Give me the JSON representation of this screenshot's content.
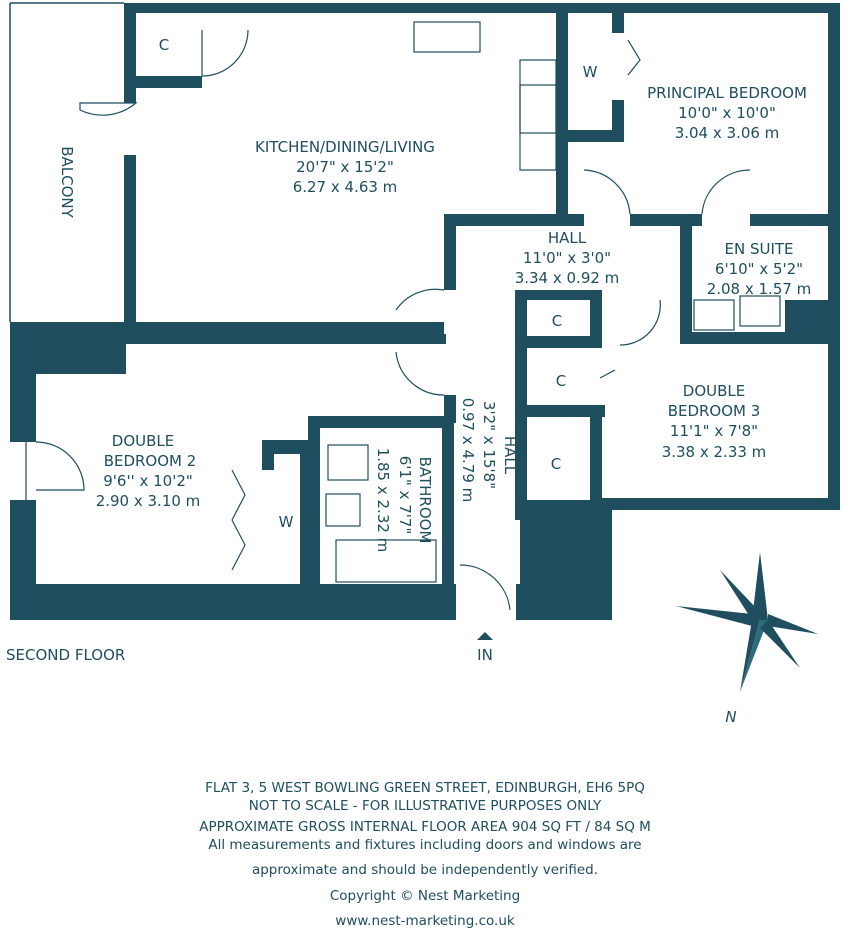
{
  "colors": {
    "wall": "#1f4e5f",
    "text": "#1f4e5f",
    "background": "#ffffff"
  },
  "rooms": {
    "kitchen": {
      "name": "KITCHEN/DINING/LIVING",
      "imperial": "20'7\" x 15'2\"",
      "metric": "6.27 x 4.63 m"
    },
    "principal_bedroom": {
      "name": "PRINCIPAL BEDROOM",
      "imperial": "10'0\" x 10'0\"",
      "metric": "3.04 x 3.06 m"
    },
    "hall_main": {
      "name": "HALL",
      "imperial": "11'0\" x 3'0\"",
      "metric": "3.34 x 0.92 m"
    },
    "en_suite": {
      "name": "EN SUITE",
      "imperial": "6'10\" x 5'2\"",
      "metric": "2.08 x 1.57 m"
    },
    "double_bedroom_3": {
      "name_line1": "DOUBLE",
      "name_line2": "BEDROOM 3",
      "imperial": "11'1\" x 7'8\"",
      "metric": "3.38 x 2.33 m"
    },
    "double_bedroom_2": {
      "name_line1": "DOUBLE",
      "name_line2": "BEDROOM 2",
      "imperial": "9'6'' x 10'2\"",
      "metric": "2.90 x 3.10 m"
    },
    "hall_vertical": {
      "name": "HALL",
      "imperial": "3'2\" x 15'8\"",
      "metric": "0.97 x 4.79 m"
    },
    "bathroom": {
      "name": "BATHROOM",
      "imperial": "6'1\" x 7'7\"",
      "metric": "1.85 x 2.32 m"
    },
    "balcony": {
      "name": "BALCONY"
    }
  },
  "cupboards": {
    "cupboard_label": "C",
    "wardrobe_label": "W"
  },
  "floor_label": "SECOND FLOOR",
  "entrance_label": "IN",
  "compass": {
    "label": "N",
    "icon": "compass-rose-icon"
  },
  "footer": {
    "address": "FLAT 3, 5 WEST BOWLING GREEN STREET, EDINBURGH, EH6 5PQ",
    "scale_note": "NOT TO SCALE - FOR ILLUSTRATIVE PURPOSES ONLY",
    "area": "APPROXIMATE GROSS INTERNAL FLOOR AREA 904 SQ FT / 84 SQ M",
    "disclaimer_line1": "All measurements and fixtures including doors and windows are",
    "disclaimer_line2": "approximate and should be independently verified.",
    "copyright": "Copyright © Nest Marketing",
    "website": "www.nest-marketing.co.uk"
  }
}
